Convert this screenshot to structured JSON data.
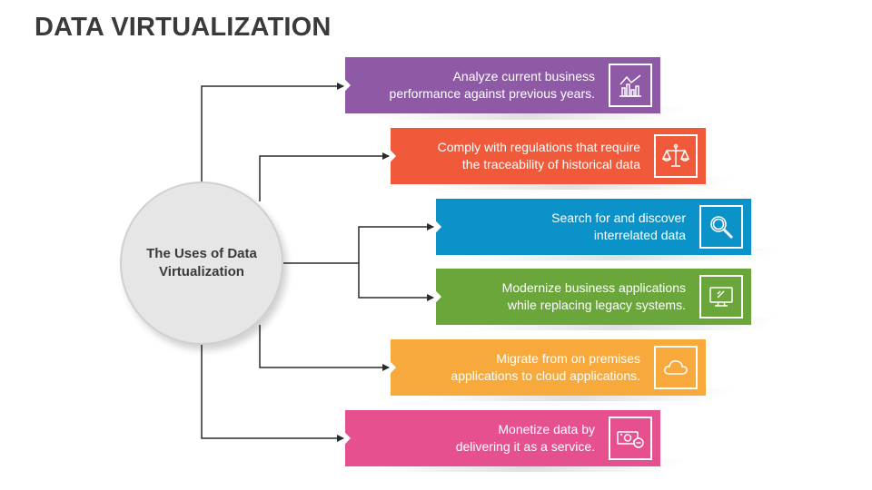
{
  "title": "DATA VIRTUALIZATION",
  "hub": {
    "label": "The Uses of Data Virtualization"
  },
  "items": [
    {
      "lines": [
        "Analyze current business",
        "performance against previous years."
      ],
      "color": "#8e5aa6",
      "icon": "bar-chart-icon"
    },
    {
      "lines": [
        "Comply with regulations that require",
        "the traceability of historical data"
      ],
      "color": "#f0593a",
      "icon": "scales-icon"
    },
    {
      "lines": [
        "Search for and discover",
        "interrelated data"
      ],
      "color": "#0b93c9",
      "icon": "magnifier-icon"
    },
    {
      "lines": [
        "Modernize business applications",
        "while replacing legacy systems."
      ],
      "color": "#6aa63a",
      "icon": "monitor-icon"
    },
    {
      "lines": [
        "Migrate from on premises",
        "applications to cloud applications."
      ],
      "color": "#f7a93b",
      "icon": "cloud-icon"
    },
    {
      "lines": [
        "Monetize data by",
        "delivering it as a service."
      ],
      "color": "#e6508f",
      "icon": "money-icon"
    }
  ]
}
